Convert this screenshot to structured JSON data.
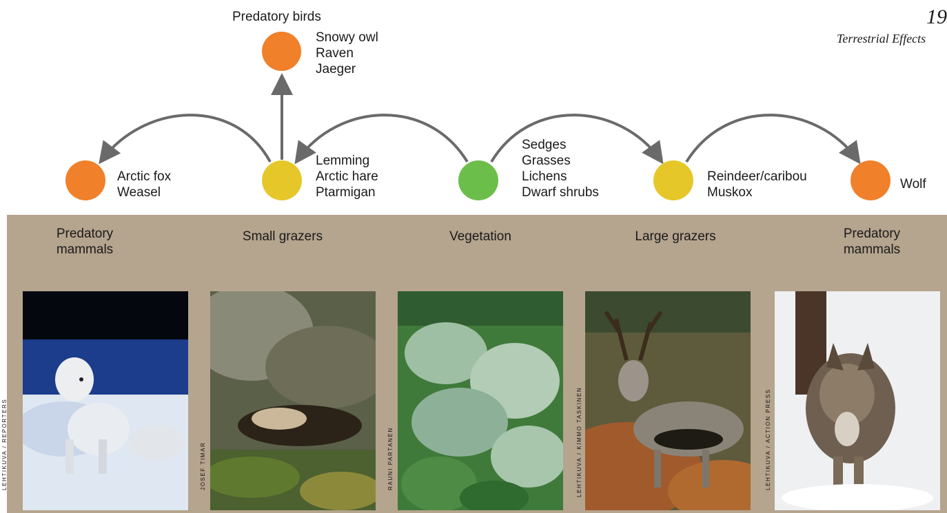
{
  "header": {
    "page_number": "19",
    "section_title": "Terrestrial Effects"
  },
  "colors": {
    "predator": "#f0802a",
    "grazer": "#e6c72a",
    "vegetation": "#6cbe4a",
    "arrow": "#6a6a6a",
    "band": "#b5a48e"
  },
  "nodes": {
    "predatory_birds": {
      "heading": "Predatory birds",
      "lines": [
        "Snowy owl",
        "Raven",
        "Jaeger"
      ]
    },
    "arctic_fox": {
      "lines": [
        "Arctic fox",
        "Weasel"
      ]
    },
    "small_grazers": {
      "lines": [
        "Lemming",
        "Arctic hare",
        "Ptarmigan"
      ]
    },
    "vegetation": {
      "lines": [
        "Sedges",
        "Grasses",
        "Lichens",
        "Dwarf shrubs"
      ]
    },
    "large_grazers": {
      "lines": [
        "Reindeer/caribou",
        "Muskox"
      ]
    },
    "wolf": {
      "lines": [
        "Wolf"
      ]
    }
  },
  "categories": [
    {
      "lines": [
        "Predatory",
        "mammals"
      ]
    },
    {
      "lines": [
        "Small grazers"
      ]
    },
    {
      "lines": [
        "Vegetation"
      ]
    },
    {
      "lines": [
        "Large grazers"
      ]
    },
    {
      "lines": [
        "Predatory",
        "mammals"
      ]
    }
  ],
  "photos": [
    {
      "subject": "arctic-fox",
      "credit": "LEHTIKUVA / REPORTERS"
    },
    {
      "subject": "lemming",
      "credit": "JOSEF TIMAR"
    },
    {
      "subject": "dwarf-shrubs",
      "credit": "RAUNI PARTANEN"
    },
    {
      "subject": "reindeer",
      "credit": "LEHTIKUVA / KIMMO TASKINEN"
    },
    {
      "subject": "wolf",
      "credit": "LEHTIKUVA / ACTION PRESS"
    }
  ]
}
